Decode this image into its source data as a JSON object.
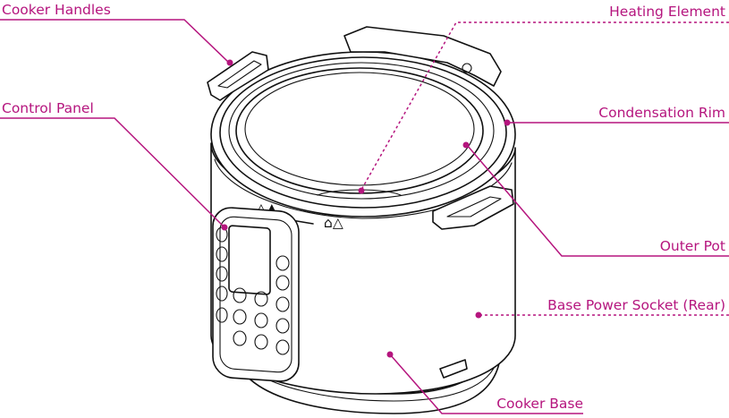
{
  "accent_color": "#b5157e",
  "labels": {
    "cooker_handles": "Cooker Handles",
    "heating_element": "Heating Element",
    "control_panel": "Control Panel",
    "condensation_rim": "Condensation Rim",
    "outer_pot": "Outer Pot",
    "base_power_socket": "Base Power Socket (Rear)",
    "cooker_base": "Cooker Base"
  }
}
